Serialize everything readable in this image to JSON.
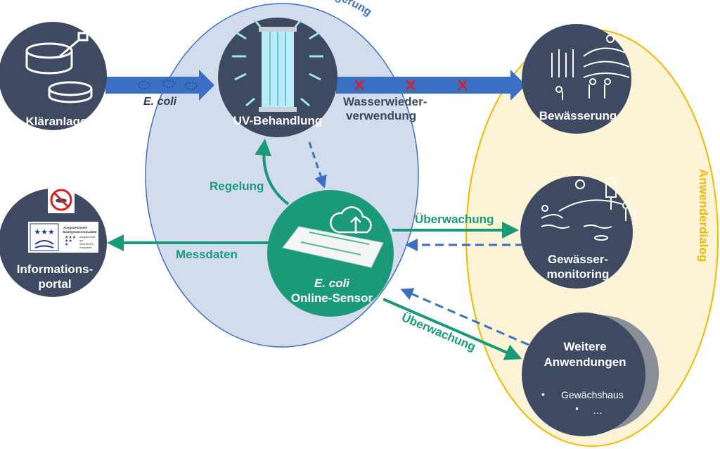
{
  "nodes": {
    "klaeranlage": "Kläranlage",
    "uv": "UV-Behandlung",
    "bewaesserung": "Bewässerung",
    "info_line1": "Informations-",
    "info_line2": "portal",
    "sensor_line1": "E. coli",
    "sensor_line2": "Online-Sensor",
    "monitoring_line1": "Gewässer-",
    "monitoring_line2": "monitoring",
    "weitere_line1": "Weitere",
    "weitere_line2": "Anwendungen",
    "weitere_items": [
      "Gewächshaus",
      "…"
    ]
  },
  "regions": {
    "efficiency": "Effizienzsteigerung",
    "user_dialog": "Anwenderdialog"
  },
  "labels": {
    "ecoli": "E. coli",
    "reuse_line1": "Wasserwieder-",
    "reuse_line2": "verwendung",
    "regelung": "Regelung",
    "messdaten": "Messdaten",
    "ueberwachung1": "Überwachung",
    "ueberwachung2": "Überwachung"
  },
  "sign": {
    "title1": "Ausgezeichnete",
    "title2": "Badegewässerqualität",
    "levels": [
      "ausgezeichnet",
      "gut",
      "ausreichend",
      "mangelhaft"
    ]
  },
  "colors": {
    "node_dark": "#3d4a62",
    "sensor_green": "#1a9a78",
    "flow_blue": "#3a6fc4",
    "efficiency_fill": "#d3dcec",
    "dialog_fill": "#fdf3d6",
    "dialog_border": "#f5b800"
  }
}
